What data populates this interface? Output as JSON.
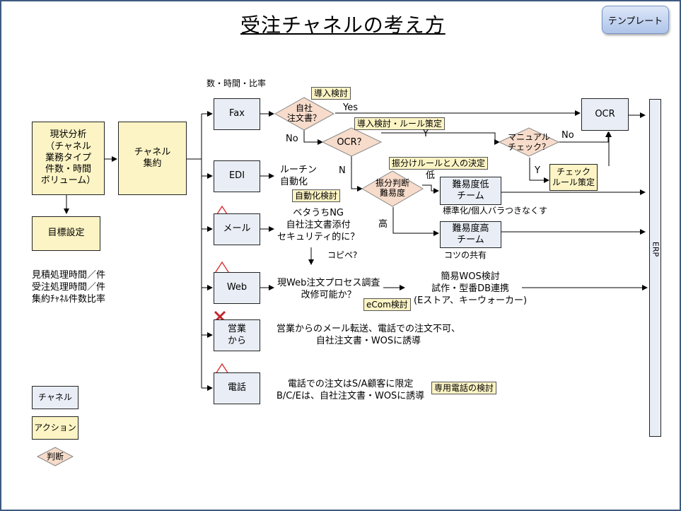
{
  "title": "受注チャネルの考え方",
  "template_button": "テンプレート",
  "left": {
    "current_analysis": [
      "現状分析",
      "（チャネル",
      "業務タイプ",
      "件数・時間",
      "ボリューム）"
    ],
    "goal": "目標設定",
    "kpi": [
      "見積処理時間／件",
      "受注処理時間／件",
      "集約ﾁｬﾈﾙ件数比率"
    ],
    "channel_consolidation": [
      "チャネル",
      "集約"
    ]
  },
  "legend": {
    "channel": "チャネル",
    "action": "アクション",
    "decision": "判断"
  },
  "header_note": "数・時間・比率",
  "channels": {
    "fax": "Fax",
    "edi": "EDI",
    "mail": "メール",
    "web": "Web",
    "sales": [
      "営業",
      "から"
    ],
    "phone": "電話"
  },
  "fax_flow": {
    "tag_intro": "導入検討",
    "decision_own_form": [
      "自社",
      "注文書？"
    ],
    "yes": "Yes",
    "no": "No",
    "tag_rules": "導入検討・ルール策定",
    "decision_ocr": "OCR？",
    "y1": "Y",
    "n1": "N",
    "ocr": "OCR",
    "decision_manual": [
      "マニュアル",
      "チェック？"
    ],
    "no2": "No",
    "y2": "Y",
    "check_rules": [
      "チェック",
      "ルール策定"
    ],
    "tag_distribution": "振分けルールと人の決定",
    "decision_difficulty": [
      "振分判断",
      "難易度"
    ],
    "low": "低",
    "high": "高",
    "team_low": [
      "難易度低",
      "チーム"
    ],
    "team_low_note": "標準化/個人バラつきなくす",
    "team_high": [
      "難易度高",
      "チーム"
    ],
    "team_high_note": "コツの共有"
  },
  "edi_flow": {
    "note": [
      "ルーチン",
      "自動化"
    ],
    "tag": "自動化検討"
  },
  "mail_flow": {
    "note": [
      "ベタうちNG",
      "自社注文書添付",
      "セキュリティ的に？"
    ],
    "copy_paste": "コピペ?"
  },
  "web_flow": {
    "note": [
      "現Web注文プロセス調査",
      "改修可能か？"
    ],
    "tag": "eCom検討",
    "result": [
      "簡易WOS検討",
      "試作・型番DB連携",
      "(Eストア、キーウォーカー)"
    ]
  },
  "sales_flow": {
    "note": [
      "営業からのメール転送、電話での注文不可、",
      "自社注文書・WOSに誘導"
    ]
  },
  "phone_flow": {
    "note": [
      "電話での注文はS/A顧客に限定",
      "B/C/Eは、自社注文書・WOSに誘導"
    ],
    "tag": "専用電話の検討"
  },
  "erp": "ERP",
  "colors": {
    "channel_fill": "#e9eef6",
    "action_fill": "#fcf4c4",
    "decision_fill": "#f7dccb",
    "warning": "#d9292b",
    "frame": "#3d5a80"
  }
}
